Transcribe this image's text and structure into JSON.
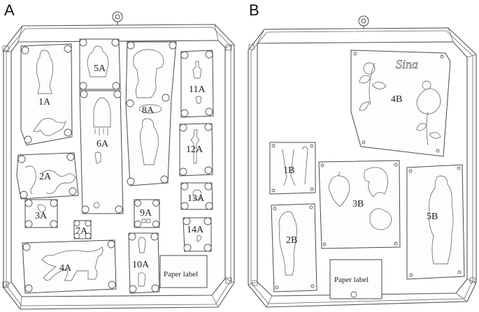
{
  "panels": [
    {
      "letter": "A",
      "items": [
        {
          "id": "1A",
          "label": "1A"
        },
        {
          "id": "5A",
          "label": "5A"
        },
        {
          "id": "8A",
          "label": "8A"
        },
        {
          "id": "11A",
          "label": "11A"
        },
        {
          "id": "6A",
          "label": "6A"
        },
        {
          "id": "12A",
          "label": "12A"
        },
        {
          "id": "2A",
          "label": "2A"
        },
        {
          "id": "13A",
          "label": "13A"
        },
        {
          "id": "3A",
          "label": "3A"
        },
        {
          "id": "9A",
          "label": "9A"
        },
        {
          "id": "7A",
          "label": "7A"
        },
        {
          "id": "14A",
          "label": "14A"
        },
        {
          "id": "4A",
          "label": "4A"
        },
        {
          "id": "10A",
          "label": "10A"
        }
      ],
      "paper_label": "Paper label"
    },
    {
      "letter": "B",
      "items": [
        {
          "id": "4B",
          "label": "4B"
        },
        {
          "id": "1B",
          "label": "1B"
        },
        {
          "id": "3B",
          "label": "3B"
        },
        {
          "id": "5B",
          "label": "5B"
        },
        {
          "id": "2B",
          "label": "2B"
        }
      ],
      "paper_label": "Paper label",
      "inscription": "Sina"
    }
  ]
}
